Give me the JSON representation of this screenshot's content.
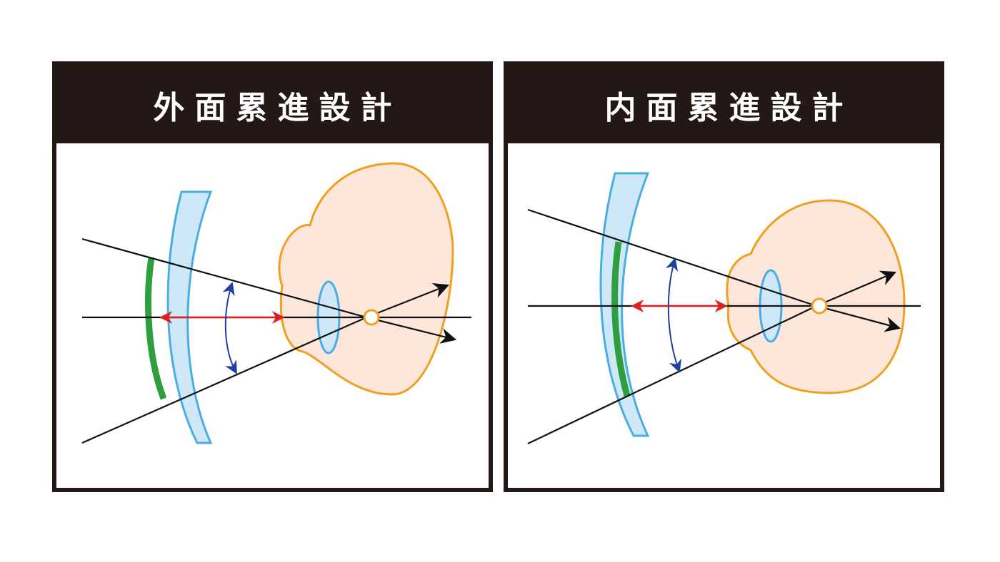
{
  "panels": [
    {
      "title": "外面累進設計",
      "variant": "outer"
    },
    {
      "title": "内面累進設計",
      "variant": "inner"
    }
  ],
  "colors": {
    "frame": "#231815",
    "lens_fill": "#cfe8f8",
    "lens_stroke": "#4aaee3",
    "progressive_zone": "#2e9e3e",
    "eye_fill": "#fde7da",
    "eye_stroke": "#f0a020",
    "distance_arrow": "#e02020",
    "angle_arrow": "#2040a0",
    "ray": "#111111"
  }
}
